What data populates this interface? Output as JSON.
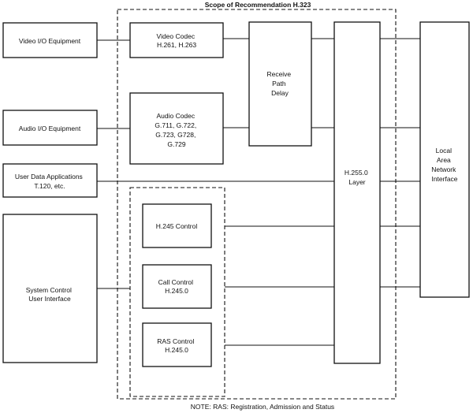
{
  "scope_label": "Scope of Recommendation H.323",
  "note": {
    "prefix": "NOTE:",
    "text": "RAS: Registration, Admission and Status"
  },
  "boxes": {
    "video_io": [
      "Video I/O Equipment"
    ],
    "audio_io": [
      "Audio I/O Equipment"
    ],
    "user_data": [
      "User Data Applications",
      "T.120, etc."
    ],
    "system_control": [
      "System Control",
      "User Interface"
    ],
    "video_codec": [
      "Video Codec",
      "H.261, H.263"
    ],
    "audio_codec": [
      "Audio Codec",
      "G.711, G.722,",
      "G.723, G728,",
      "G.729"
    ],
    "receive_path_delay": [
      "Receive",
      "Path",
      "Delay"
    ],
    "h245_control": [
      "H.245 Control"
    ],
    "call_control": [
      "Call Control",
      "H.245.0"
    ],
    "ras_control": [
      "RAS Control",
      "H.245.0"
    ],
    "h2250_layer": [
      "H.255.0",
      "Layer"
    ],
    "lan_interface": [
      "Local",
      "Area",
      "Network",
      "Interface"
    ]
  }
}
